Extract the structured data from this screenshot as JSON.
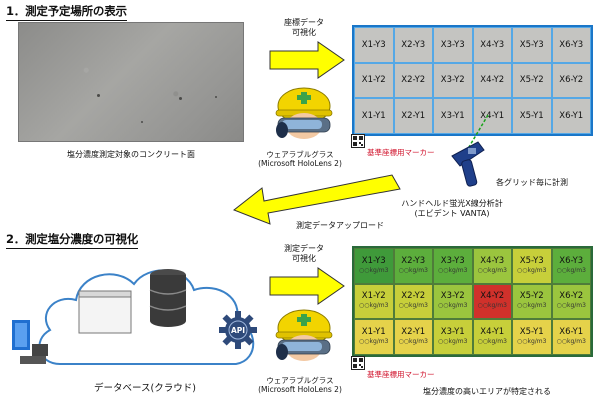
{
  "section1": {
    "title": "1．測定予定場所の表示"
  },
  "section2": {
    "title": "2．測定塩分濃度の可視化"
  },
  "concrete_caption": "塩分濃度測定対象のコンクリート面",
  "arrow_top_label_l1": "座標データ",
  "arrow_top_label_l2": "可視化",
  "device_top_l1": "ウェアラブルグラス",
  "device_top_l2": "(Microsoft HoloLens 2)",
  "marker_top": "基準座標用マーカー",
  "each_grid": "各グリッド毎に計測",
  "xrf_l1": "ハンドヘルド蛍光X線分析計",
  "xrf_l2": "(エビデント VANTA)",
  "upload_label": "測定データアップロード",
  "arrow_mid_label_l1": "測定データ",
  "arrow_mid_label_l2": "可視化",
  "api_label": "API",
  "cloud_caption": "データベース(クラウド)",
  "device_bot_l1": "ウェアラブルグラス",
  "device_bot_l2": "(Microsoft HoloLens 2)",
  "marker_bot": "基準座標用マーカー",
  "result_caption": "塩分濃度の高いエリアが特定される",
  "grid_top": [
    [
      "X1-Y3",
      "X2-Y3",
      "X3-Y3",
      "X4-Y3",
      "X5-Y3",
      "X6-Y3"
    ],
    [
      "X1-Y2",
      "X2-Y2",
      "X3-Y2",
      "X4-Y2",
      "X5-Y2",
      "X6-Y2"
    ],
    [
      "X1-Y1",
      "X2-Y1",
      "X3-Y1",
      "X4-Y1",
      "X5-Y1",
      "X6-Y1"
    ]
  ],
  "grid_bottom": [
    [
      "X1-Y3",
      "X2-Y3",
      "X3-Y3",
      "X4-Y3",
      "X5-Y3",
      "X6-Y3"
    ],
    [
      "X1-Y2",
      "X2-Y2",
      "X3-Y2",
      "X4-Y2",
      "X5-Y2",
      "X6-Y2"
    ],
    [
      "X1-Y1",
      "X2-Y1",
      "X3-Y1",
      "X4-Y1",
      "X5-Y1",
      "X6-Y1"
    ]
  ],
  "grid_bottom_unit": "○○kg/m3",
  "grid_bottom_colors": [
    [
      "#3f9a3a",
      "#5cae3c",
      "#5cae3c",
      "#9bc53e",
      "#c7cf3a",
      "#5cae3c"
    ],
    [
      "#c7cf3a",
      "#c7cf3a",
      "#9bc53e",
      "#d0312b",
      "#9bc53e",
      "#9bc53e"
    ],
    [
      "#e5d24a",
      "#e5d24a",
      "#c7cf3a",
      "#c7cf3a",
      "#e5d24a",
      "#e5d24a"
    ]
  ]
}
